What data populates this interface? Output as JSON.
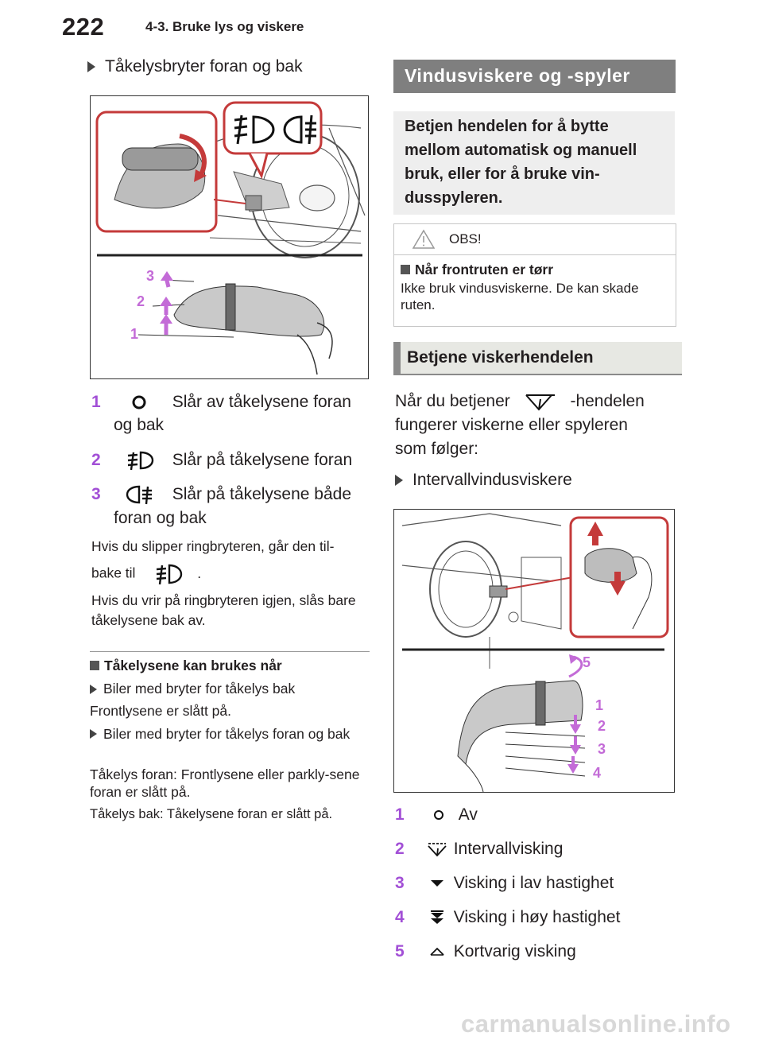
{
  "header": {
    "page_number": "222",
    "chapter": "4-3. Bruke lys og viskere"
  },
  "left": {
    "subheading": "Tåkelysbryter foran og bak",
    "figure_labels": [
      "1",
      "2",
      "3"
    ],
    "items": [
      {
        "num": "1",
        "text": "Slår av tåkelysene foran",
        "text2": "og bak",
        "icon": "off-circle-icon"
      },
      {
        "num": "2",
        "text": "Slår på tåkelysene foran",
        "icon": "front-fog-light-icon"
      },
      {
        "num": "3",
        "text": "Slår på tåkelysene både",
        "text2": "foran og bak",
        "icon": "rear-fog-light-icon"
      }
    ],
    "note1_a": "Hvis du slipper ringbryteren, går den til-",
    "note1_b": "bake til",
    "note1_c": ".",
    "note2": "Hvis du vrir på ringbryteren igjen, slås bare tåkelysene bak av.",
    "section_title": "Tåkelysene kan brukes når",
    "cond1_title": "Biler med bryter for tåkelys bak",
    "cond1_text": "Frontlysene er slått på.",
    "cond2_title": "Biler med bryter for tåkelys foran og bak",
    "cond2_text1": "Tåkelys foran: Frontlysene eller parkly-sene foran er slått på.",
    "cond2_text2": "Tåkelys bak: Tåkelysene foran er slått på."
  },
  "right": {
    "main_header": "Vindusviskere og -spyler",
    "summary": "Betjen hendelen for å bytte mellom automatisk og manuell bruk, eller for å bruke vin-dusspyleren.",
    "caution_title": "OBS!",
    "caution_heading": "Når frontruten er tørr",
    "caution_text": "Ikke bruk vindusviskerne. De kan skade ruten.",
    "section_header": "Betjene viskerhendelen",
    "intro_a": "Når du betjener",
    "intro_b": "-hendelen",
    "intro_c": "fungerer viskerne eller spyleren",
    "intro_d": "som følger:",
    "subheading": "Intervallvindusviskere",
    "figure_labels": [
      "5",
      "1",
      "2",
      "3",
      "4"
    ],
    "items": [
      {
        "num": "1",
        "text": "Av",
        "icon": "off-circle-icon"
      },
      {
        "num": "2",
        "text": "Intervallvisking",
        "icon": "intermittent-wiper-icon"
      },
      {
        "num": "3",
        "text": "Visking i lav hastighet",
        "icon": "low-speed-triangle-icon"
      },
      {
        "num": "4",
        "text": "Visking i høy hastighet",
        "icon": "high-speed-double-triangle-icon"
      },
      {
        "num": "5",
        "text": "Kortvarig visking",
        "icon": "single-wipe-icon"
      }
    ]
  },
  "footer": {
    "watermark": "carmanualsonline.info"
  }
}
